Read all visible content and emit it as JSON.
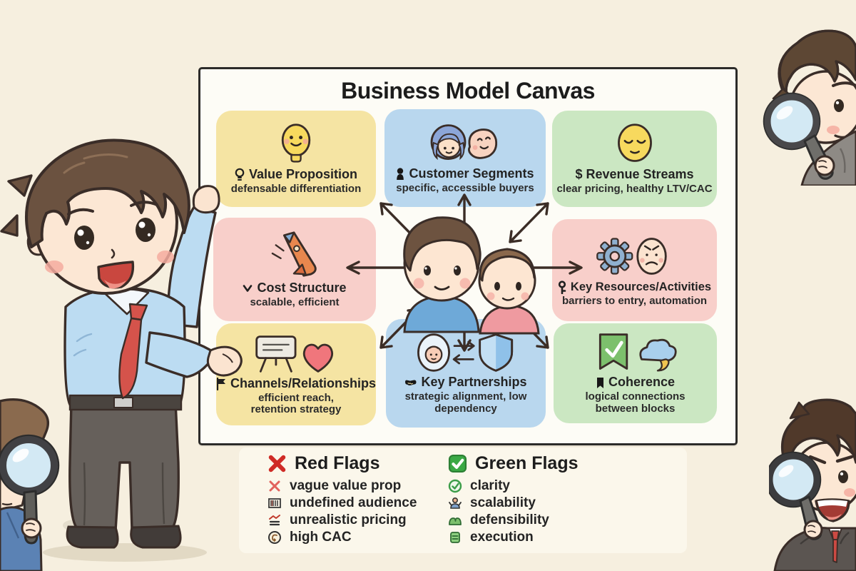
{
  "background_color": "#f6efdf",
  "board": {
    "title": "Business Model Canvas",
    "board_color": "#fdfcf6",
    "cells": [
      {
        "id": "value-proposition",
        "heading": "Value Proposition",
        "heading_icon": "lightbulb-icon",
        "subtext": "defensable differentiation",
        "bg_color": "#f5e4a3",
        "illustration": "lightbulb-smiley"
      },
      {
        "id": "customer-segments",
        "heading": "Customer Segments",
        "heading_icon": "person-icon",
        "subtext": "specific, accessible buyers",
        "bg_color": "#b9d7ee",
        "illustration": "two-customer-faces"
      },
      {
        "id": "revenue-streams",
        "heading": "$ Revenue Streams",
        "heading_icon": "dollar-glyph",
        "subtext": "clear pricing, healthy LTV/CAC",
        "bg_color": "#cbe7c2",
        "illustration": "content-smiley"
      },
      {
        "id": "cost-structure",
        "heading": "Cost Structure",
        "heading_icon": "chevron-down-icon",
        "subtext": "scalable, efficient",
        "bg_color": "#f8cfca",
        "illustration": "falling-rocket"
      },
      {
        "id": "key-resources-activities",
        "heading": "Key Resources/Activities",
        "heading_icon": "key-icon",
        "subtext": "barriers to entry, automation",
        "bg_color": "#f8cfca",
        "illustration": "gear-and-worried-face"
      },
      {
        "id": "channels-relationships",
        "heading": "Channels/Relationships",
        "heading_icon": "flag-icon",
        "subtext": "efficient reach, retention strategy",
        "bg_color": "#f5e4a3",
        "illustration": "easel-and-heart"
      },
      {
        "id": "key-partnerships",
        "heading": "Key Partnerships",
        "heading_icon": "handshake-icon",
        "subtext": "strategic alignment, low dependency",
        "bg_color": "#b9d7ee",
        "illustration": "face-exchange-shield"
      },
      {
        "id": "coherence",
        "heading": "Coherence",
        "heading_icon": "bookmark-flag-icon",
        "subtext": "logical connections between blocks",
        "bg_color": "#cbe7c2",
        "illustration": "check-banner-and-cloud"
      }
    ],
    "center_illustration": "two-kids-with-radiating-arrows"
  },
  "flags": {
    "red": {
      "title": "Red Flags",
      "title_icon": "red-x-icon",
      "accent_color": "#cf2b26",
      "items": [
        {
          "label": "vague value prop",
          "icon": "x-icon"
        },
        {
          "label": "undefined audience",
          "icon": "barcode-icon"
        },
        {
          "label": "unrealistic pricing",
          "icon": "pricing-chart-icon"
        },
        {
          "label": "high CAC",
          "icon": "circled-swirl-icon"
        }
      ]
    },
    "green": {
      "title": "Green Flags",
      "title_icon": "green-checkbox-icon",
      "accent_color": "#3aa945",
      "items": [
        {
          "label": "clarity",
          "icon": "circled-check-icon"
        },
        {
          "label": "scalability",
          "icon": "person-arms-up-icon"
        },
        {
          "label": "defensibility",
          "icon": "green-mounds-icon"
        },
        {
          "label": "execution",
          "icon": "green-stack-icon"
        }
      ]
    }
  },
  "characters": [
    "presenter-boy-blue-shirt-red-tie",
    "magnifying-glass-man-top-right",
    "magnifying-glass-man-bottom-right",
    "magnifying-glass-man-bottom-left"
  ]
}
